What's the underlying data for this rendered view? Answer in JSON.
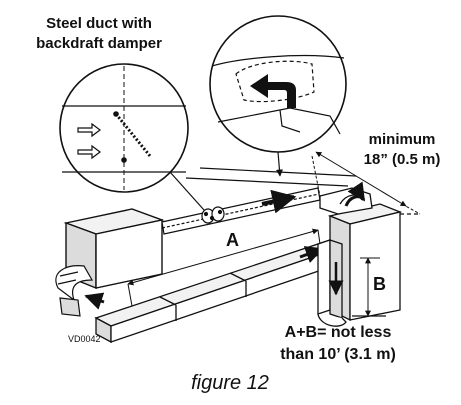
{
  "labels": {
    "steel_duct_line1": "Steel duct with",
    "steel_duct_line2": "backdraft damper",
    "minimum_line1": "minimum",
    "minimum_line2": "18” (0.5 m)",
    "dim_a": "A",
    "dim_b": "B",
    "sum_line1": "A+B= not less",
    "sum_line2": "than 10’ (3.1 m)",
    "ref_code": "VD0042",
    "figure_caption": "figure 12"
  },
  "colors": {
    "line": "#111111",
    "fill_light": "#f2f2f2",
    "fill_mid": "#dcdcdc",
    "fill_dark": "#8c8c8c",
    "background": "#ffffff"
  },
  "icons": [
    "airflow-arrow-icon",
    "airflow-outline-arrow-icon",
    "damper-blade-icon"
  ]
}
